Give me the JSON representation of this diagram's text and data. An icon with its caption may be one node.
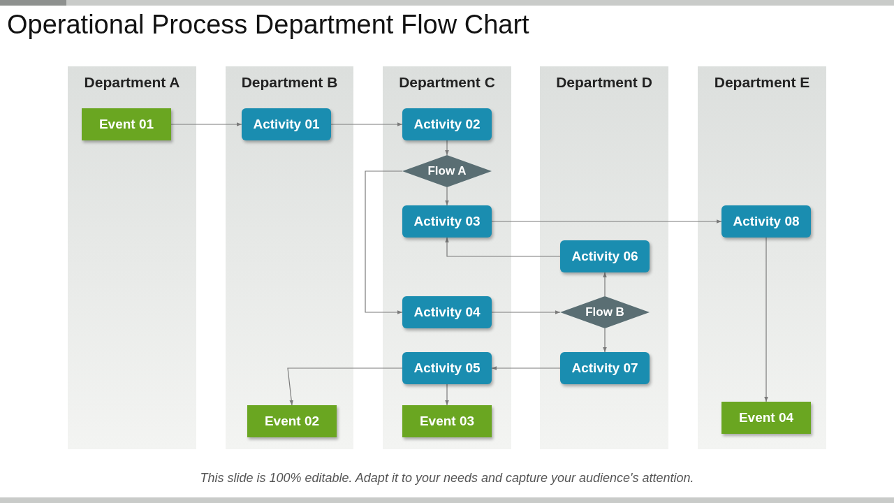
{
  "diagram": {
    "title": "Operational Process Department Flow Chart",
    "caption": "This slide is 100% editable. Adapt it to your needs and capture your audience's attention.",
    "nodes": [
      {
        "text": [
          "Department A"
        ]
      },
      {
        "text": [
          "Department B"
        ]
      },
      {
        "text": [
          "Department C"
        ]
      },
      {
        "text": [
          "Department D"
        ]
      },
      {
        "text": [
          "Department E"
        ]
      },
      {
        "text": [
          "Event 01"
        ],
        "in": 0
      },
      {
        "text": [
          "Activity 01"
        ],
        "in": 1
      },
      {
        "text": [
          "Activity 02"
        ],
        "in": 2
      },
      {
        "text": [
          "Flow A"
        ],
        "in": 2
      },
      {
        "text": [
          "Activity 03"
        ],
        "in": 2
      },
      {
        "text": [
          "Activity 08"
        ],
        "in": 4
      },
      {
        "text": [
          "Activity 06"
        ],
        "in": 3
      },
      {
        "text": [
          "Activity 04"
        ],
        "in": 2
      },
      {
        "text": [
          "Flow B"
        ],
        "in": 3
      },
      {
        "text": [
          "Activity 05"
        ],
        "in": 2
      },
      {
        "text": [
          "Activity 07"
        ],
        "in": 3
      },
      {
        "text": [
          "Event 02"
        ],
        "in": 1
      },
      {
        "text": [
          "Event 03"
        ],
        "in": 2
      },
      {
        "text": [
          "Event 04"
        ],
        "in": 4
      }
    ],
    "edges": [
      {
        "from": 5,
        "to": 6,
        "arrow": "to"
      },
      {
        "from": 6,
        "to": 7,
        "arrow": "to"
      },
      {
        "from": 7,
        "to": 8,
        "arrow": "to"
      },
      {
        "from": 8,
        "to": 9,
        "arrow": "to"
      },
      {
        "from": 8,
        "to": 12,
        "arrow": "to"
      },
      {
        "from": 9,
        "to": 10,
        "arrow": "to"
      },
      {
        "from": 11,
        "to": 9,
        "arrow": "to"
      },
      {
        "from": 12,
        "to": 13,
        "arrow": "to"
      },
      {
        "from": 13,
        "to": 11,
        "arrow": "to"
      },
      {
        "from": 13,
        "to": 15,
        "arrow": "to"
      },
      {
        "from": 15,
        "to": 14,
        "arrow": "to"
      },
      {
        "from": 14,
        "to": 16,
        "arrow": "to"
      },
      {
        "from": 14,
        "to": 17,
        "arrow": "to"
      },
      {
        "from": 10,
        "to": 18,
        "arrow": "to"
      }
    ]
  }
}
